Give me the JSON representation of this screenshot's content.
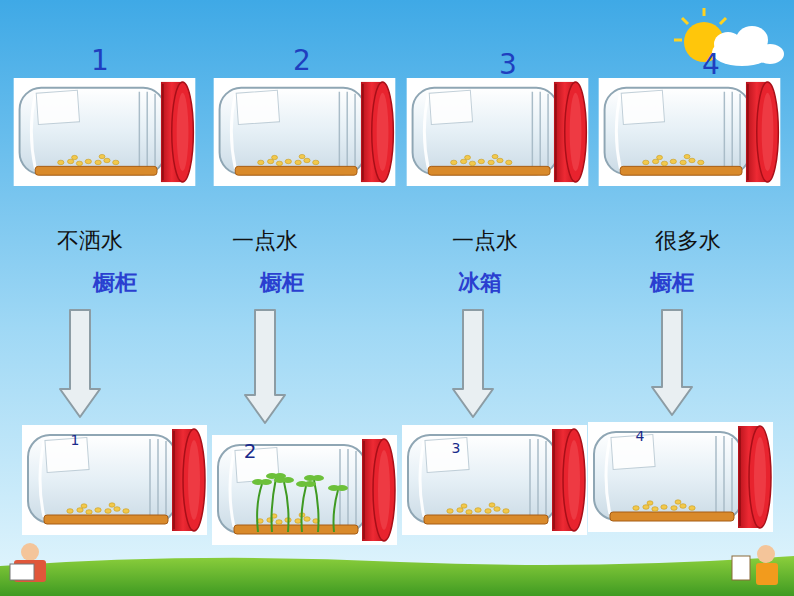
{
  "diagram": {
    "nodes": [
      {
        "text": [
          "1",
          "不洒水",
          "橱柜"
        ]
      },
      {
        "text": [
          "2",
          "一点水",
          "橱柜"
        ]
      },
      {
        "text": [
          "3",
          "一点水",
          "冰箱"
        ]
      },
      {
        "text": [
          "4",
          "很多水",
          "橱柜"
        ]
      },
      {
        "text": [
          "1"
        ]
      },
      {
        "text": [
          "2"
        ]
      },
      {
        "text": [
          "3"
        ]
      },
      {
        "text": [
          "4"
        ]
      }
    ],
    "edges": [
      {
        "from": 0,
        "to": 4,
        "arrow": "to"
      },
      {
        "from": 1,
        "to": 5,
        "arrow": "to"
      },
      {
        "from": 2,
        "to": 6,
        "arrow": "to"
      },
      {
        "from": 3,
        "to": 7,
        "arrow": "to"
      }
    ]
  }
}
